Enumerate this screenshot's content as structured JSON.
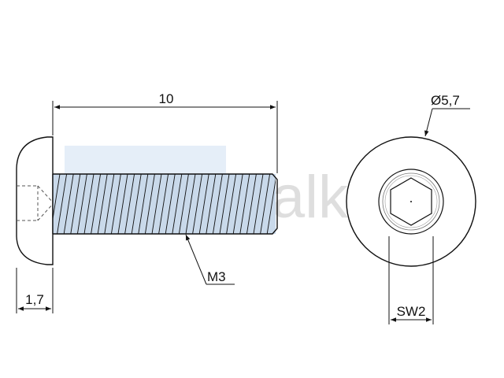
{
  "dimensions": {
    "length": "10",
    "head_diameter": "Ø5,7",
    "thread": "M3",
    "head_height": "1,7",
    "socket_size": "SW2"
  },
  "watermark": {
    "text": "walker"
  },
  "colors": {
    "line": "#111111",
    "thread_tint": "#c9d9ea",
    "watermark_blue": "#cfe0f2",
    "watermark_text": "#d4d4d4"
  }
}
